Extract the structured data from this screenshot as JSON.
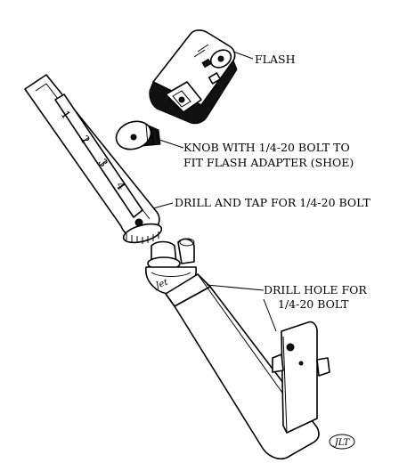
{
  "labels": {
    "flash": "FLASH",
    "knob_line1": "KNOB WITH 1/4-20 BOLT TO",
    "knob_line2": "FIT FLASH ADAPTER (SHOE)",
    "drill_tap": "DRILL AND TAP FOR 1/4-20 BOLT",
    "drill_hole_line1": "DRILL HOLE FOR",
    "drill_hole_line2": "1/4-20 BOLT"
  },
  "ruler_marks": [
    "1",
    "2",
    "3",
    "4"
  ],
  "artist_mark": "JLT",
  "colors": {
    "ink": "#000000",
    "paper": "#ffffff"
  }
}
